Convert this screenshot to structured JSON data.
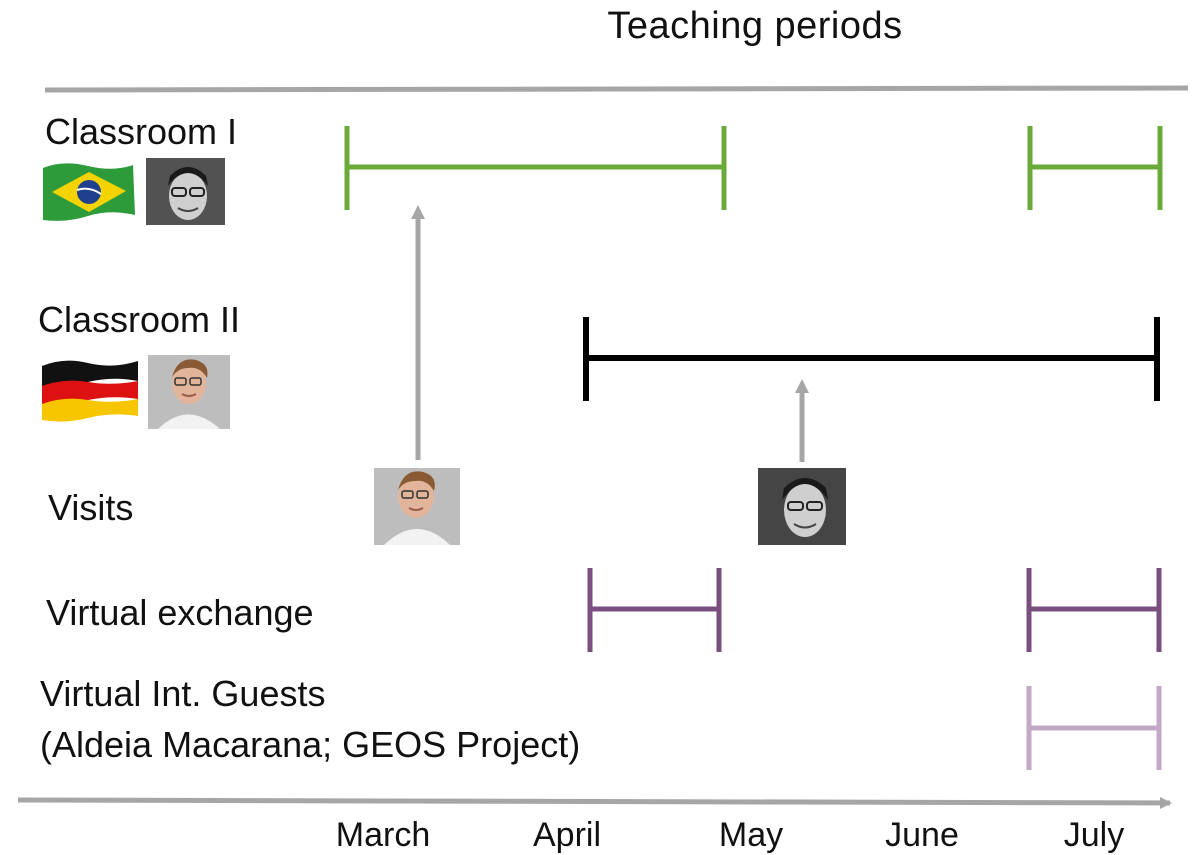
{
  "title": "Teaching periods",
  "months": [
    "March",
    "April",
    "May",
    "June",
    "July"
  ],
  "rows": [
    {
      "id": "classroom-1",
      "label": [
        "Classroom I"
      ],
      "color": "#6aaa3a",
      "periods": [
        [
          "March-start",
          "May-start"
        ],
        [
          "July-start",
          "July-end"
        ]
      ],
      "icons": [
        "brazil-flag-icon",
        "teacher-photo-icon"
      ]
    },
    {
      "id": "classroom-2",
      "label": [
        "Classroom II"
      ],
      "color": "#000000",
      "periods": [
        [
          "April-start",
          "July-end"
        ]
      ],
      "icons": [
        "germany-flag-icon",
        "teacher-photo-icon"
      ]
    },
    {
      "id": "visits",
      "label": [
        "Visits"
      ],
      "color": "#a6a6a6",
      "visits": [
        "germany-teacher-visit",
        "brazil-teacher-visit"
      ]
    },
    {
      "id": "virtual-exchange",
      "label": [
        "Virtual exchange"
      ],
      "color": "#7a4f80",
      "periods": [
        [
          "April-start",
          "May-start"
        ],
        [
          "July-start",
          "July-end"
        ]
      ]
    },
    {
      "id": "virtual-guests",
      "label": [
        "Virtual Int. Guests",
        "(Aldeia Macarana; GEOS Project)"
      ],
      "color": "#c4a8c8",
      "periods": [
        [
          "July-start",
          "July-end"
        ]
      ]
    }
  ],
  "colors": {
    "axis": "#a6a6a6",
    "arrow": "#a6a6a6"
  }
}
